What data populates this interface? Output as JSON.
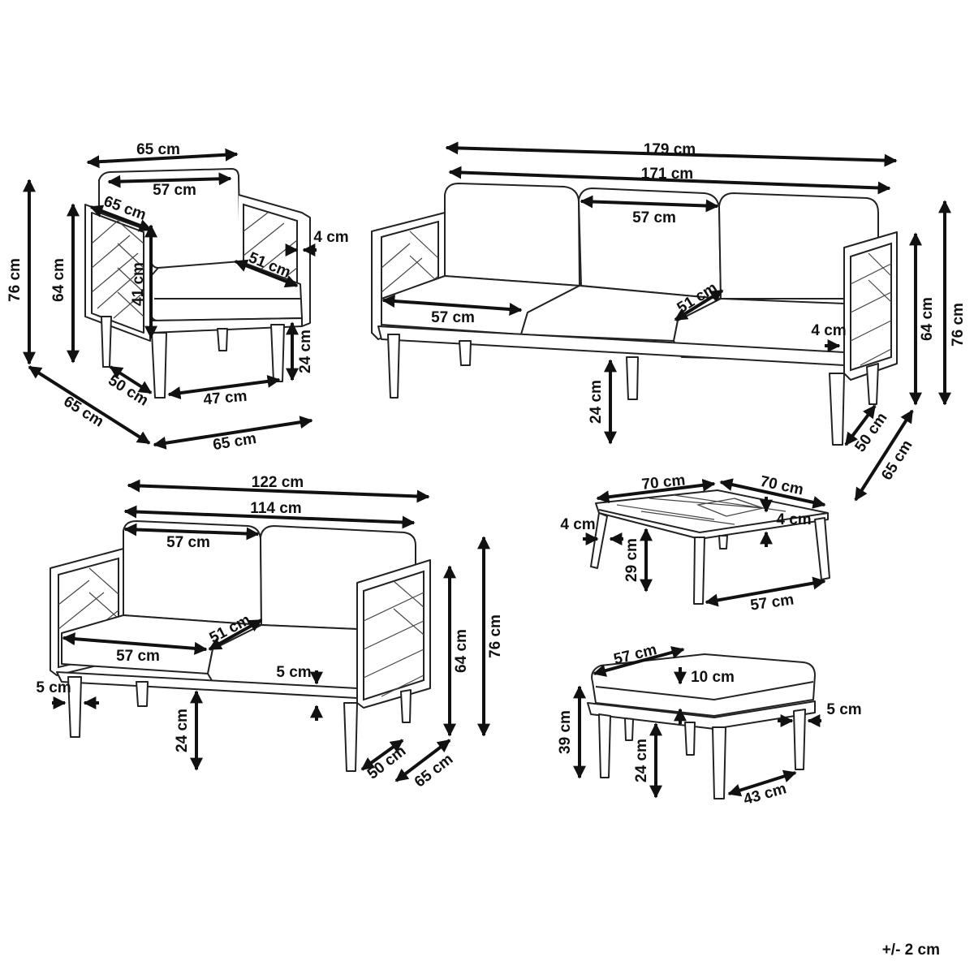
{
  "armchair": {
    "total_width": "65 cm",
    "seat_width": "57 cm",
    "arm_depth": "65 cm",
    "height": "76 cm",
    "back_height": "64 cm",
    "back_cushion": "41 cm",
    "seat_depth": "51 cm",
    "arm_thickness": "4 cm",
    "leg_height": "24 cm",
    "leg_depth": "50 cm",
    "leg_width": "47 cm",
    "depth": "65 cm",
    "width": "65 cm"
  },
  "sofa3": {
    "total_width": "179 cm",
    "inner_width": "171 cm",
    "back_cushion_width": "57 cm",
    "seat_cushion_width": "57 cm",
    "seat_depth": "51 cm",
    "arm_thickness": "4 cm",
    "leg_height": "24 cm",
    "back_height": "64 cm",
    "height": "76 cm",
    "leg_depth": "50 cm",
    "depth": "65 cm"
  },
  "sofa2": {
    "total_width": "122 cm",
    "inner_width": "114 cm",
    "back_cushion_width": "57 cm",
    "seat_cushion_width": "57 cm",
    "seat_depth": "51 cm",
    "cushion_thickness": "5 cm",
    "arm_thickness": "5 cm",
    "leg_height": "24 cm",
    "back_height": "64 cm",
    "height": "76 cm",
    "leg_depth": "50 cm",
    "depth": "65 cm"
  },
  "table": {
    "width": "70 cm",
    "depth": "70 cm",
    "top_thickness": "4 cm",
    "leg_thickness": "4 cm",
    "height": "29 cm",
    "leg_span": "57 cm"
  },
  "ottoman": {
    "width": "57 cm",
    "cushion_thickness": "10 cm",
    "frame_thickness": "5 cm",
    "height": "39 cm",
    "leg_height": "24 cm",
    "leg_span": "43 cm"
  },
  "tolerance": "+/- 2 cm"
}
